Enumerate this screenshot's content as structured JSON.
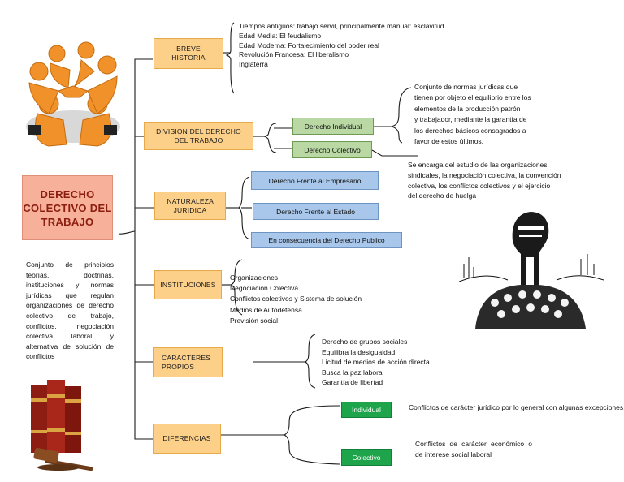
{
  "main_title": "DERECHO COLECTIVO DEL TRABAJO",
  "definition": "Conjunto de principios teorías, doctrinas, instituciones y normas jurídicas que regulan organizaciones de derecho colectivo de trabajo, conflictos, negociación colectiva laboral y alternativa de solución de conflictos",
  "branches": {
    "breve_historia": {
      "label": "BREVE HISTORIA",
      "items": [
        "Tiempos antiguos: trabajo servil, principalmente manual: esclavitud",
        "Edad Media: El feudalismo",
        "Edad Moderna: Fortalecimiento del poder real",
        "Revolución Francesa: El liberalismo",
        "Inglaterra"
      ]
    },
    "division": {
      "label": "DIVISION DEL DERECHO DEL TRABAJO",
      "individual_label": "Derecho Individual",
      "colectivo_label": "Derecho Colectivo",
      "individual_desc": [
        "Conjunto de normas jurídicas que",
        "tienen por objeto el equilibrio entre los",
        "elementos de la producción patrón",
        "y trabajador, mediante la garantía de",
        "los derechos básicos consagrados a",
        "favor de estos últimos."
      ],
      "colectivo_desc": [
        "Se encarga del estudio de las organizaciones",
        "sindicales, la negociación colectiva, la convención",
        "colectiva, los conflictos colectivos y el ejercicio",
        "del derecho de huelga"
      ]
    },
    "naturaleza": {
      "label": "NATURALEZA JURIDICA",
      "items": [
        "Derecho Frente al Empresario",
        "Derecho Frente al Estado",
        "En consecuencia del Derecho Publico"
      ]
    },
    "instituciones": {
      "label": "INSTITUCIONES",
      "items": [
        "Organizaciones",
        "Negociación Colectiva",
        "Conflictos colectivos y Sistema de solución",
        "Medios de Autodefensa",
        "Previsión social"
      ]
    },
    "caracteres": {
      "label": "CARACTERES PROPIOS",
      "items": [
        "Derecho de grupos sociales",
        "Equilibra la desigualdad",
        "Licitud de medios de acción directa",
        "Busca la paz laboral",
        "Garantía de libertad"
      ]
    },
    "diferencias": {
      "label": "DIFERENCIAS",
      "individual_label": "Individual",
      "colectivo_label": "Colectivo",
      "individual_desc": "Conflictos de carácter jurídico por lo general con algunas excepciones.",
      "colectivo_desc": "Conflictos de carácter económico o de interese social laboral"
    }
  },
  "colors": {
    "orange_box": "#fdd08a",
    "green_box": "#b9d8a4",
    "blue_box": "#a9c7ea",
    "dark_green_box": "#1ea44a",
    "title_box": "#f7b09a",
    "title_text": "#8b1e10"
  },
  "illustrations": [
    "teamwork-people-icon",
    "raised-fist-crowd-icon",
    "law-books-gavel-icon"
  ]
}
